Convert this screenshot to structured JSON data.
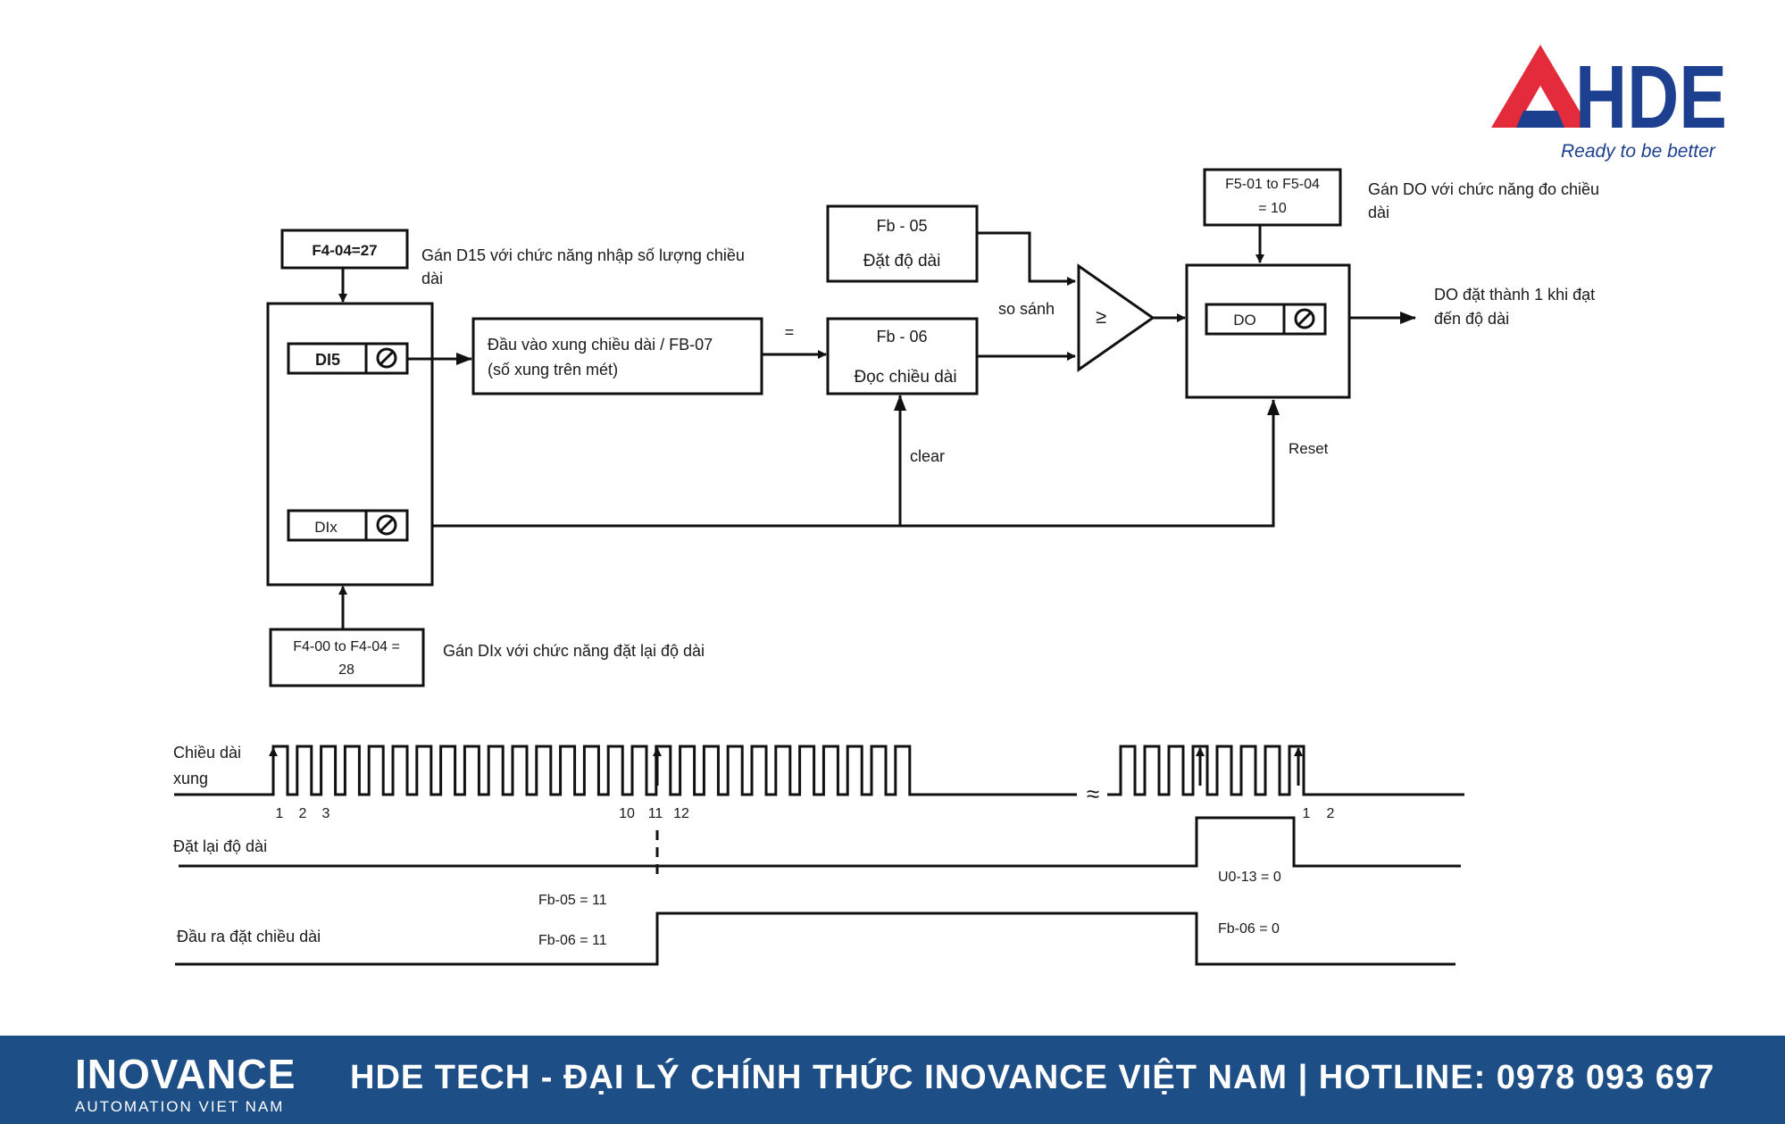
{
  "logo": {
    "text": "AHDE",
    "slogan": "Ready to be better",
    "red": "#e42b3c",
    "blue": "#1d3f8f"
  },
  "blocks": {
    "f4_04": "F4-04=27",
    "f4_04_note_1": "Gán D15 với chức năng nhập số lượng chiều",
    "f4_04_note_2": "dài",
    "di5": "DI5",
    "dix": "DIx",
    "pulse_input_1": "Đầu vào xung chiều dài / FB-07",
    "pulse_input_2": "(số xung trên mét)",
    "equals": "=",
    "fb05_code": "Fb - 05",
    "fb05_label": "Đặt độ dài",
    "fb06_code": "Fb - 06",
    "fb06_label": "Đọc chiều dài",
    "compare_label": "so sánh",
    "comparator_symbol": "≥",
    "f5_box_1": "F5-01 to F5-04",
    "f5_box_2": "= 10",
    "f5_note_1": "Gán DO với chức năng đo chiều",
    "f5_note_2": "dài",
    "do_label": "DO",
    "do_note_1": "DO đặt thành 1 khi đạt",
    "do_note_2": "đến độ dài",
    "clear_label": "clear",
    "reset_label": "Reset",
    "f4_00_box_1": "F4-00 to F4-04 =",
    "f4_00_box_2": "28",
    "f4_00_note": "Gán DIx với chức năng đặt lại độ dài"
  },
  "timing": {
    "pulse_label_1": "Chiều dài",
    "pulse_label_2": "xung",
    "pulse_numbers": [
      "1",
      "2",
      "3",
      "10",
      "11",
      "12",
      "1",
      "2"
    ],
    "break_mark": "≈",
    "reset_label": "Đặt lại độ dài",
    "output_label": "Đầu ra đặt chiều dài",
    "fb05_eq": "Fb-05 = 11",
    "fb06_eq": "Fb-06 = 11",
    "u0_13": "U0-13 = 0",
    "fb06_zero": "Fb-06 = 0"
  },
  "footer": {
    "brand": "INOVANCE",
    "brand_sub": "AUTOMATION VIET NAM",
    "tagline": "HDE TECH - ĐẠI LÝ CHÍNH THỨC INOVANCE VIỆT NAM | HOTLINE: 0978 093 697",
    "background": "#1d4f86"
  }
}
